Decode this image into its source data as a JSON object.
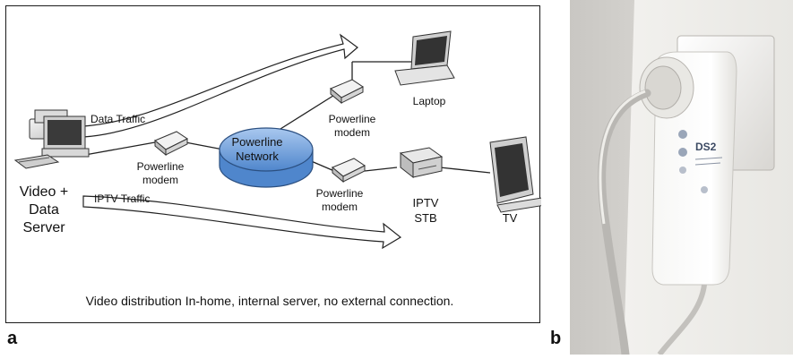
{
  "diagram": {
    "labels": {
      "data_traffic": "Data Traffic",
      "iptv_traffic": "IPTV Traffic",
      "server_line1": "Video +",
      "server_line2": "Data",
      "server_line3": "Server",
      "modem_left_line1": "Powerline",
      "modem_left_line2": "modem",
      "network_line1": "Powerline",
      "network_line2": "Network",
      "modem_top_line1": "Powerline",
      "modem_top_line2": "modem",
      "modem_bottom_line1": "Powerline",
      "modem_bottom_line2": "modem",
      "laptop": "Laptop",
      "stb_line1": "IPTV",
      "stb_line2": "STB",
      "tv": "TV"
    },
    "caption": "Video distribution In-home, internal server, no external connection.",
    "colors": {
      "network_fill": "#6f9fd8",
      "border": "#1a1a1a"
    }
  },
  "panel_letters": {
    "a": "a",
    "b": "b"
  },
  "photo": {
    "device_brand": "DS2"
  }
}
